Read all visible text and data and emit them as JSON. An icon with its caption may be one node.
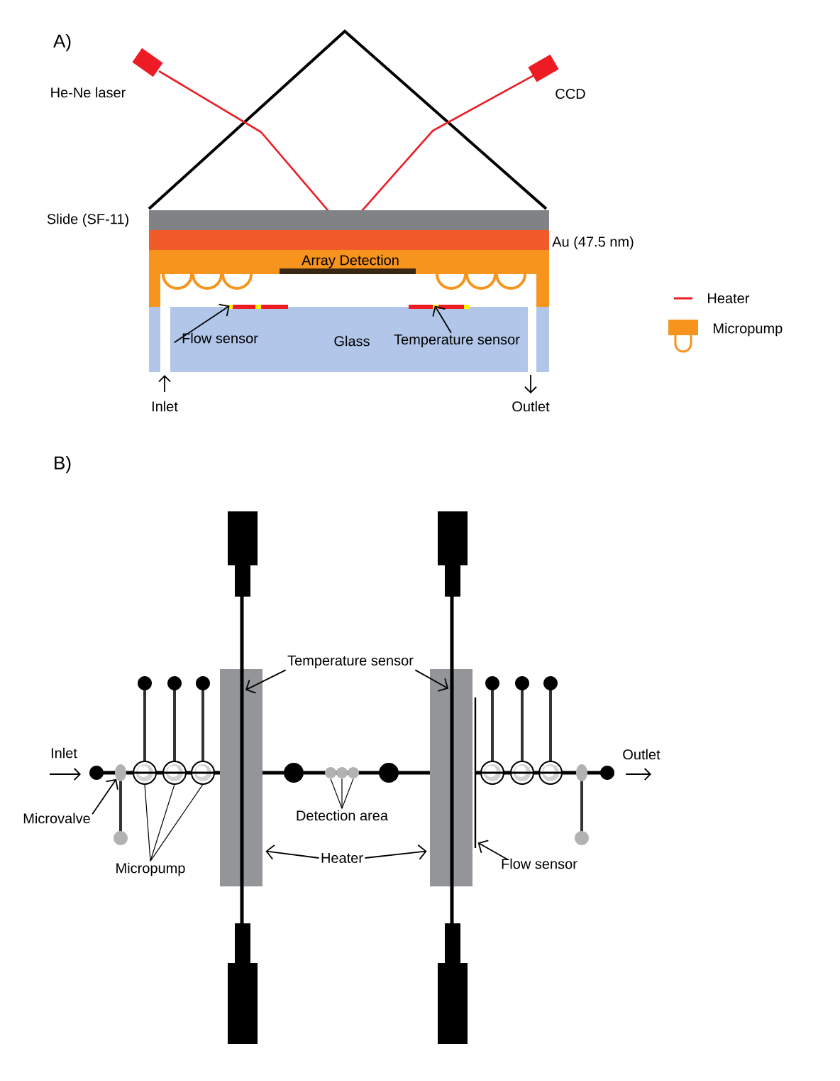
{
  "diagram": {
    "nodes": [
      {
        "text": [
          "Flow sensor"
        ]
      },
      {
        "text": [
          "Temperature sensor"
        ]
      },
      {
        "text": [
          "Temperature sensor"
        ]
      },
      {
        "text": [
          "Microvalve"
        ]
      },
      {
        "text": [
          "Micropump"
        ]
      },
      {
        "text": [
          "Detection area"
        ]
      },
      {
        "text": [
          "Heater"
        ]
      },
      {
        "text": [
          "Flow sensor"
        ]
      },
      {
        "text": [],
        "shape": "bar"
      },
      {
        "text": [],
        "shape": "bar"
      },
      {
        "text": [],
        "shape": "box"
      },
      {
        "text": [],
        "shape": "bar"
      },
      {
        "text": [],
        "shape": "box"
      },
      {
        "text": [],
        "shape": "bar"
      },
      {
        "text": [],
        "shape": "bar"
      },
      {
        "text": [],
        "shape": "ellipse"
      },
      {
        "text": [],
        "shape": "circle"
      },
      {
        "text": [],
        "shape": "circle"
      },
      {
        "text": [],
        "shape": "circle"
      },
      {
        "text": [],
        "shape": "circle"
      },
      {
        "text": [],
        "shape": "circle"
      },
      {
        "text": [],
        "shape": "circle"
      },
      {
        "text": [],
        "shape": "circle"
      },
      {
        "text": [],
        "shape": "circle"
      },
      {
        "text": [],
        "shape": "circle"
      }
    ],
    "edges": [
      {
        "from": 0,
        "to": 8,
        "arrow": "to"
      },
      {
        "from": 1,
        "to": 9,
        "arrow": "to"
      },
      {
        "from": 2,
        "to": 11,
        "arrow": "to"
      },
      {
        "from": 2,
        "to": 13,
        "arrow": "to"
      },
      {
        "from": 3,
        "to": 15,
        "arrow": "to"
      },
      {
        "from": 4,
        "to": 16,
        "arrow": "none"
      },
      {
        "from": 4,
        "to": 17,
        "arrow": "none"
      },
      {
        "from": 4,
        "to": 18,
        "arrow": "none"
      },
      {
        "from": 5,
        "to": 19,
        "arrow": "none"
      },
      {
        "from": 5,
        "to": 20,
        "arrow": "none"
      },
      {
        "from": 5,
        "to": 21,
        "arrow": "none"
      },
      {
        "from": 6,
        "to": 10,
        "arrow": "to"
      },
      {
        "from": 6,
        "to": 12,
        "arrow": "to"
      },
      {
        "from": 7,
        "to": 14,
        "arrow": "to"
      }
    ],
    "labels": [
      "A)",
      "He-Ne laser",
      "CCD",
      "Slide (SF-11)",
      "Au (47.5 nm)",
      "Array Detection",
      "Glass",
      "Inlet",
      "Outlet",
      "B)",
      "Inlet",
      "Outlet"
    ],
    "legend": [
      {
        "text": "Heater"
      },
      {
        "text": "Micropump"
      }
    ]
  }
}
